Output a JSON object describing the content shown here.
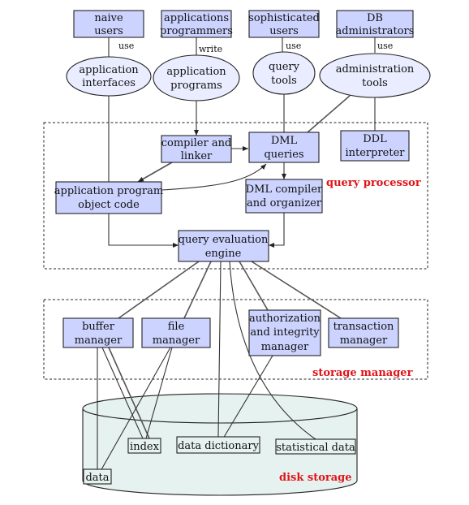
{
  "users": {
    "naive": [
      "naive",
      "users"
    ],
    "programmers": [
      "applications",
      "programmers"
    ],
    "sophisticated": [
      "sophisticated",
      "users"
    ],
    "dba": [
      "DB",
      "administrators"
    ]
  },
  "edge_labels": {
    "use1": "use",
    "write": "write",
    "use2": "use",
    "use3": "use"
  },
  "tools": {
    "app_interfaces": [
      "application",
      "interfaces"
    ],
    "app_programs": [
      "application",
      "programs"
    ],
    "query_tools": [
      "query",
      "tools"
    ],
    "admin_tools": [
      "administration",
      "tools"
    ]
  },
  "query_processor": {
    "compiler_linker": [
      "compiler and",
      "linker"
    ],
    "dml_queries": [
      "DML",
      "queries"
    ],
    "ddl_interpreter": [
      "DDL",
      "interpreter"
    ],
    "object_code": [
      "application program",
      "object code"
    ],
    "dml_compiler": [
      "DML compiler",
      "and organizer"
    ],
    "eval_engine": [
      "query evaluation",
      "engine"
    ],
    "label": "query processor"
  },
  "storage_manager": {
    "buffer": [
      "buffer",
      "manager"
    ],
    "file": [
      "file",
      "manager"
    ],
    "auth": [
      "authorization",
      "and integrity",
      "manager"
    ],
    "transaction": [
      "transaction",
      "manager"
    ],
    "label": "storage manager"
  },
  "disk": {
    "index": "index",
    "data_dictionary": "data dictionary",
    "statistical": "statistical data",
    "data": "data",
    "label": "disk storage"
  },
  "colors": {
    "box": "#ccd3ff",
    "ellipse": "#e9edff",
    "disk": "#e6f2f0",
    "label": "#e0141a"
  }
}
